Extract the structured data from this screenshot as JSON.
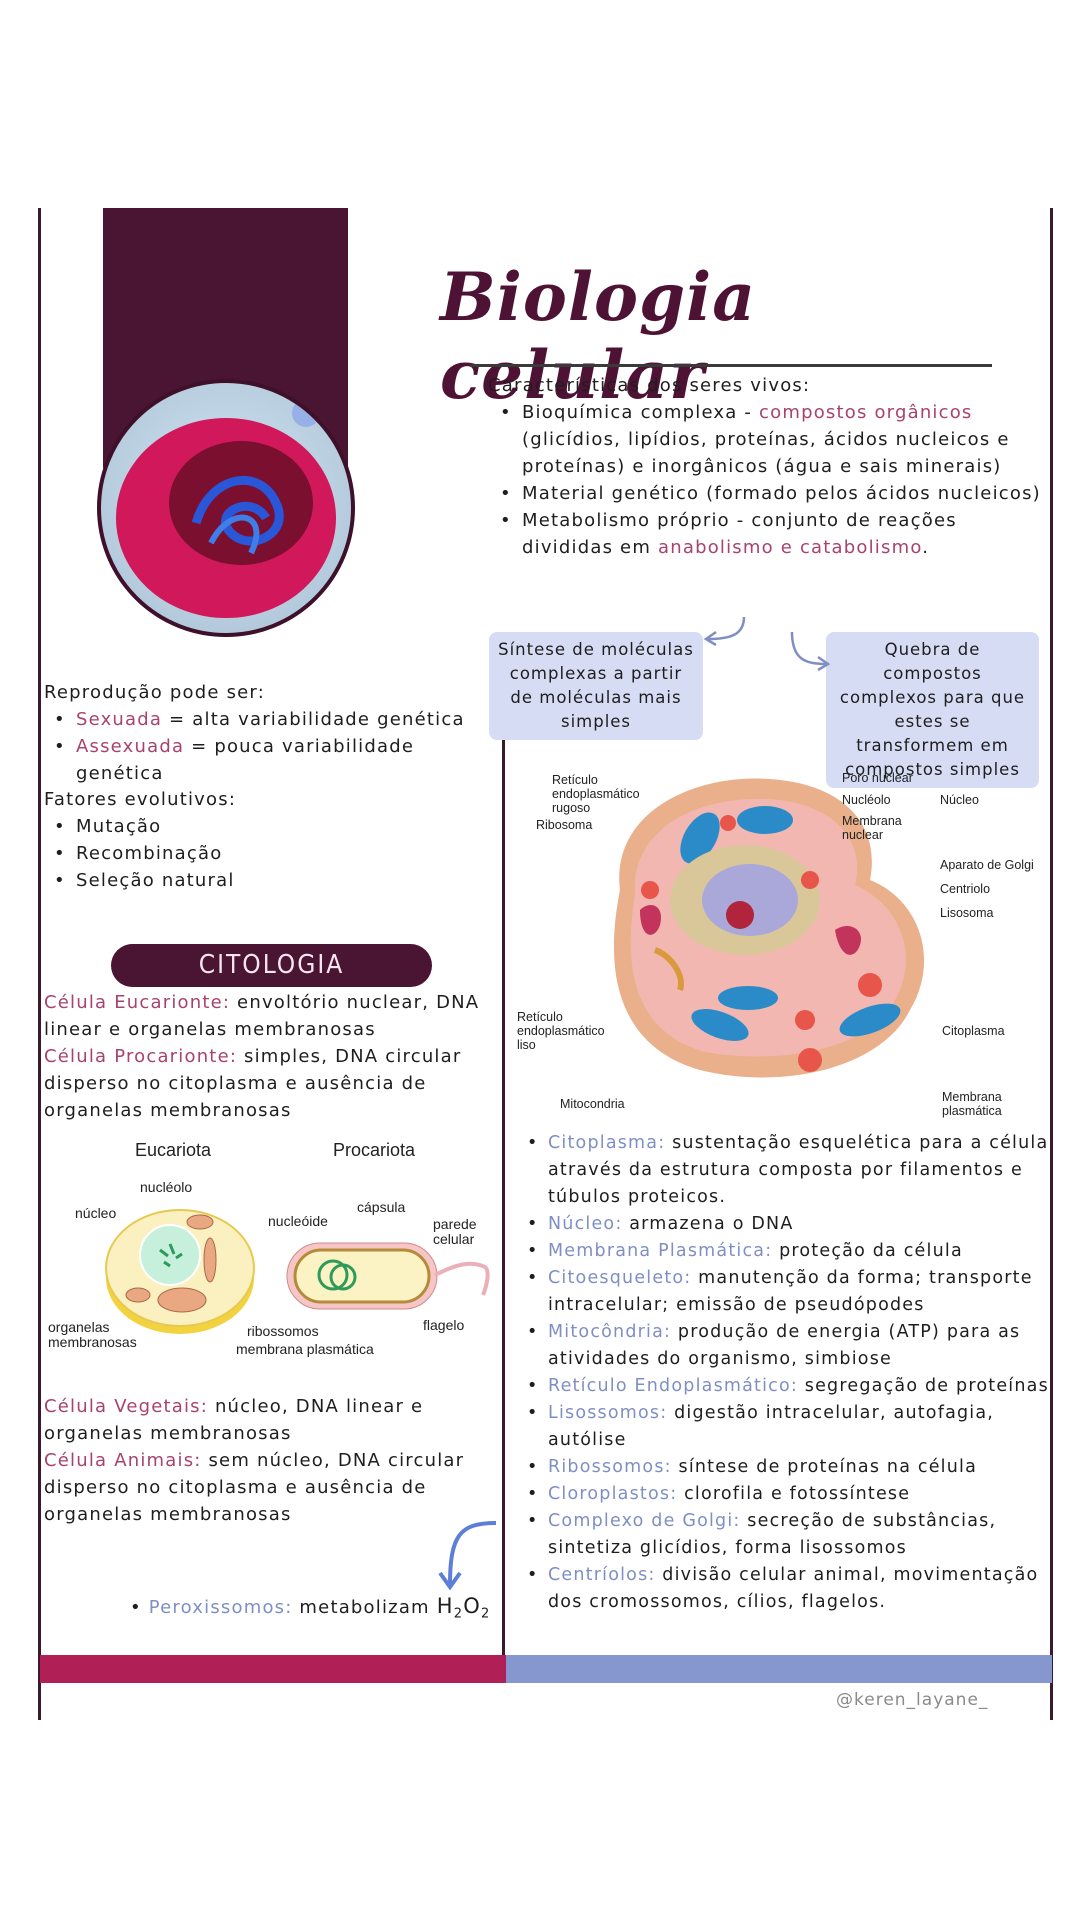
{
  "header": {
    "title": "Biologia celular"
  },
  "caracteristicas": {
    "heading": "Características dos seres vivos:",
    "items": [
      {
        "pre": " Bioquímica complexa - ",
        "highlight": "compostos orgânicos",
        "post": " (glicídios, lipídios, proteínas, ácidos nucleicos e proteínas) e inorgânicos (água e sais minerais)"
      },
      {
        "pre": "Material genético (formado pelos ácidos nucleicos)",
        "highlight": "",
        "post": ""
      },
      {
        "pre": "Metabolismo próprio - conjunto de reações divididas em ",
        "highlight": "anabolismo e catabolismo",
        "post": "."
      }
    ]
  },
  "notes": {
    "anabolismo": "Síntese de moléculas complexas a partir de moléculas mais simples",
    "catabolismo": "Quebra de compostos complexos para que estes se transformem em compostos simples"
  },
  "reproducao": {
    "heading": "Reprodução pode ser:",
    "items": [
      {
        "term": " Sexuada",
        "desc": " = alta variabilidade genética"
      },
      {
        "term": "Assexuada",
        "desc": " = pouca variabilidade genética"
      }
    ]
  },
  "fatores": {
    "heading": "Fatores evolutivos:",
    "items": [
      "Mutação",
      "Recombinação",
      "Seleção natural"
    ]
  },
  "citologia": {
    "pill_label": "CITOLOGIA",
    "eucarionte_term": "Célula Eucarionte:",
    "eucarionte_desc": " envoltório nuclear, DNA linear e organelas membranosas",
    "procarionte_term": "Célula Procarionte:",
    "procarionte_desc": " simples, DNA circular disperso no citoplasma e ausência de organelas membranosas"
  },
  "diagram": {
    "eucariota_title": "Eucariota",
    "procariota_title": "Procariota",
    "labels": {
      "nucleolo": "nucléolo",
      "nucleo": "núcleo",
      "organelas": "organelas membranosas",
      "ribossomos": "ribossomos",
      "membrana": "membrana plasmática",
      "nucleoide": "nucleóide",
      "capsula": "cápsula",
      "parede": "parede celular",
      "flagelo": "flagelo"
    }
  },
  "vegetal_animal": {
    "vegetal_term": "Célula Vegetais:",
    "vegetal_desc": " núcleo, DNA linear e organelas membranosas",
    "animal_term": "Célula Animais:",
    "animal_desc": " sem núcleo, DNA circular disperso no citoplasma e ausência de organelas membranosas"
  },
  "peroxissomos": {
    "term": "Peroxissomos:",
    "desc": " metabolizam ",
    "formula_h": "H",
    "formula_2a": "2",
    "formula_o": "O",
    "formula_2b": "2"
  },
  "cell_illustration": {
    "labels": {
      "reticulo_rugoso": "Retículo endoplasmático rugoso",
      "ribosoma": "Ribosoma",
      "poro": "Poro nuclear",
      "nucleolo": "Nucléolo",
      "membrana_nuclear": "Membrana nuclear",
      "nucleo": "Núcleo",
      "golgi": "Aparato de Golgi",
      "centriolo": "Centriolo",
      "lisosoma": "Lisosoma",
      "reticulo_liso": "Retículo endoplasmático liso",
      "citoplasma": "Citoplasma",
      "mitocondria": "Mitocondria",
      "membrana_plasmatica": "Membrana plasmática"
    }
  },
  "organelas": [
    {
      "term": "Citoplasma:",
      "desc": " sustentação esquelética para a célula através da estrutura composta por filamentos e túbulos proteicos."
    },
    {
      "term": "Núcleo:",
      "desc": " armazena o DNA"
    },
    {
      "term": "Membrana Plasmática:",
      "desc": " proteção da célula"
    },
    {
      "term": "Citoesqueleto:",
      "desc": " manutenção da forma; transporte intracelular; emissão de pseudópodes"
    },
    {
      "term": "Mitocôndria:",
      "desc": " produção de energia (ATP) para as atividades do organismo, simbiose"
    },
    {
      "term": "Retículo Endoplasmático:",
      "desc": " segregação de proteínas"
    },
    {
      "term": "Lisossomos:",
      "desc": " digestão intracelular, autofagia, autólise"
    },
    {
      "term": "Ribossomos:",
      "desc": " síntese de proteínas na célula"
    },
    {
      "term": "Cloroplastos:",
      "desc": " clorofila e fotossíntese"
    },
    {
      "term": "Complexo de Golgi:",
      "desc": " secreção de substâncias, sintetiza glicídios, forma lisossomos"
    },
    {
      "term": "Centríolos:",
      "desc": " divisão celular animal, movimentação dos cromossomos, cílios, flagelos."
    }
  ],
  "footer": {
    "credit": "@keren_layane_",
    "bar_left_color": "#b01f56",
    "bar_right_color": "#8697d0"
  },
  "colors": {
    "primary": "#4a1433",
    "highlight_pink": "#a8426e",
    "highlight_blue": "#7f8fc4",
    "note_bg": "#d5dcf4"
  }
}
